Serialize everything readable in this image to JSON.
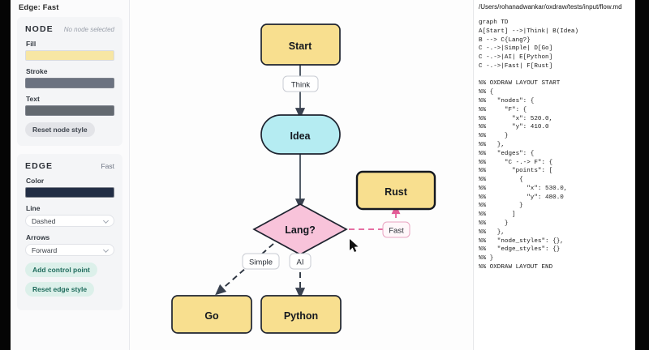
{
  "status": {
    "label": "Edge: Fast"
  },
  "node_panel": {
    "title": "NODE",
    "subtitle": "No node selected",
    "fill_label": "Fill",
    "fill_color": "#f7e6a4",
    "stroke_label": "Stroke",
    "stroke_color": "#6b7280",
    "text_label": "Text",
    "text_color": "#636970",
    "reset_button": "Reset node style"
  },
  "edge_panel": {
    "title": "EDGE",
    "subtitle": "Fast",
    "color_label": "Color",
    "color_value": "#222e45",
    "line_label": "Line",
    "line_value": "Dashed",
    "arrows_label": "Arrows",
    "arrows_value": "Forward",
    "add_control_point_button": "Add control point",
    "reset_button": "Reset edge style"
  },
  "diagram": {
    "nodes": [
      {
        "id": "A",
        "label": "Start",
        "shape": "rect",
        "fill": "#f8df8f",
        "stroke": "#1f2430"
      },
      {
        "id": "B",
        "label": "Idea",
        "shape": "stadium",
        "fill": "#b5ecf2",
        "stroke": "#1f2430"
      },
      {
        "id": "C",
        "label": "Lang?",
        "shape": "diamond",
        "fill": "#f8c3da",
        "stroke": "#1f2430"
      },
      {
        "id": "F",
        "label": "Rust",
        "shape": "rect",
        "fill": "#f8df8f",
        "stroke": "#1f2430"
      },
      {
        "id": "D",
        "label": "Go",
        "shape": "rect",
        "fill": "#f8df8f",
        "stroke": "#1f2430"
      },
      {
        "id": "E",
        "label": "Python",
        "shape": "rect",
        "fill": "#f8df8f",
        "stroke": "#1f2430"
      }
    ],
    "edge_labels": {
      "think": "Think",
      "simple": "Simple",
      "ai": "AI",
      "fast": "Fast"
    },
    "edge_colors": {
      "default": "#4b5563",
      "fast": "#e35b96"
    }
  },
  "code": {
    "path": "/Users/rohanadwankar/oxdraw/tests/input/flow.md",
    "text": "graph TD\nA[Start] -->|Think| B(Idea)\nB --> C{Lang?}\nC -.->|Simple| D[Go]\nC -.->|AI| E[Python]\nC -.->|Fast| F[Rust]\n\n%% OXDRAW LAYOUT START\n%% {\n%%   \"nodes\": {\n%%     \"F\": {\n%%       \"x\": 520.0,\n%%       \"y\": 410.0\n%%     }\n%%   },\n%%   \"edges\": {\n%%     \"C -.-> F\": {\n%%       \"points\": [\n%%         {\n%%           \"x\": 530.0,\n%%           \"y\": 480.0\n%%         }\n%%       ]\n%%     }\n%%   },\n%%   \"node_styles\": {},\n%%   \"edge_styles\": {}\n%% }\n%% OXDRAW LAYOUT END"
  }
}
